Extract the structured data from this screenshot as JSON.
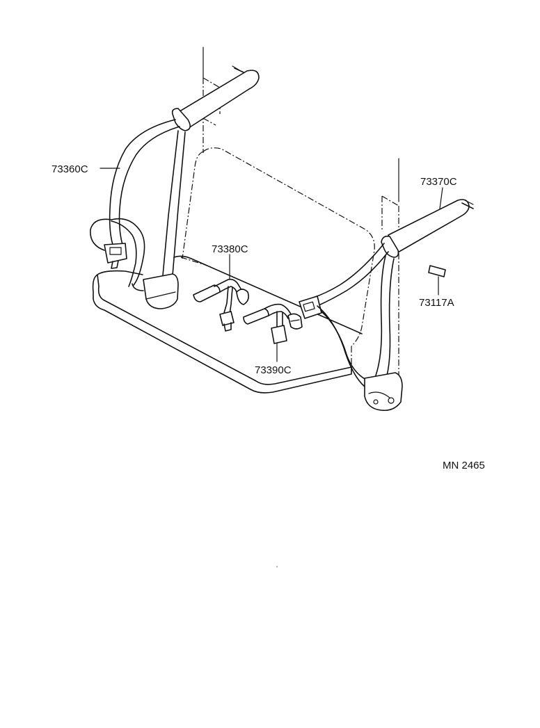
{
  "diagram": {
    "callouts": {
      "belt_left": "73360C",
      "belt_right": "73370C",
      "buckle_center": "73380C",
      "buckle_lower": "73390C",
      "label_plate": "73117A"
    },
    "reference_code": "MN 2465"
  }
}
